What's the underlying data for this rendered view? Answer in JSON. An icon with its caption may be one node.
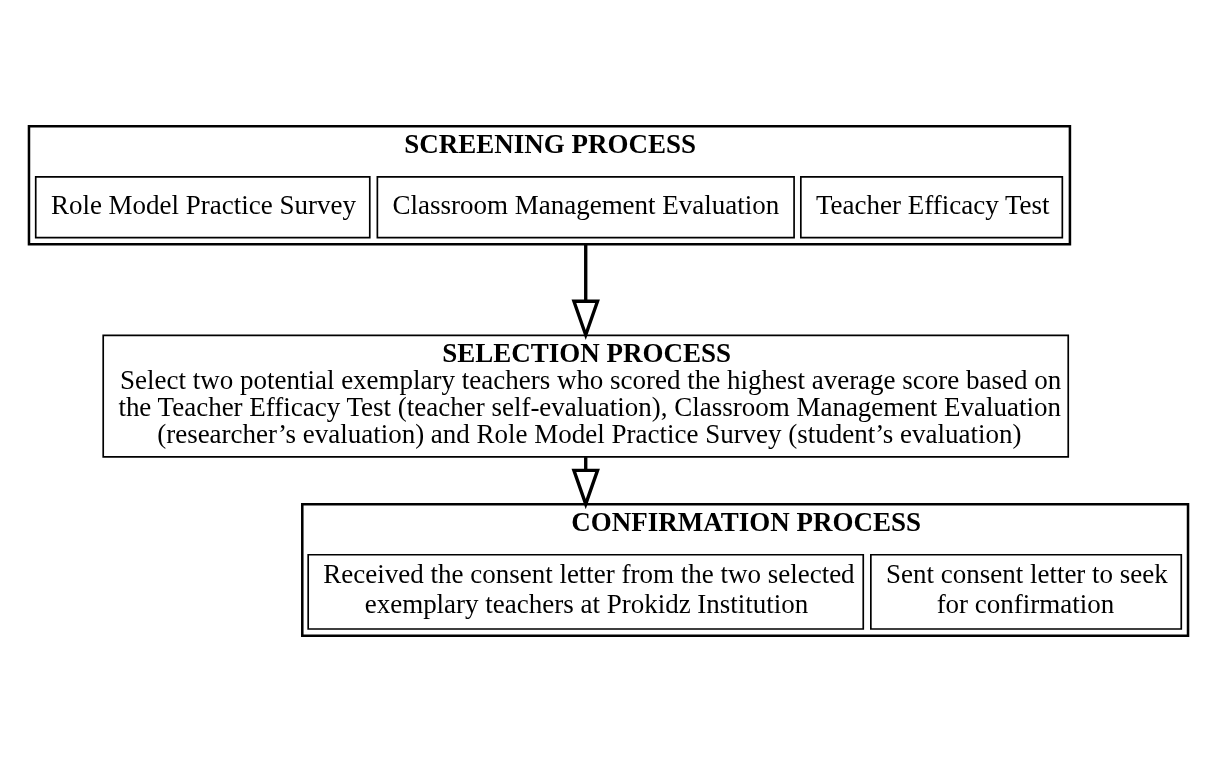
{
  "diagram": {
    "nodes": [
      {
        "text": [
          "SCREENING PROCESS"
        ]
      },
      {
        "text": [
          "Teacher Efficacy Test"
        ],
        "in": 0
      },
      {
        "text": [
          "Classroom Management Evaluation"
        ],
        "in": 0
      },
      {
        "text": [
          "Role Model Practice Survey"
        ],
        "in": 0
      },
      {
        "text": [
          "SELECTION PROCESS",
          "Select two potential exemplary teachers who scored the highest average score based on the Teacher Efficacy Test (teacher self-evaluation), Classroom Management Evaluation (researcher’s evaluation) and Role Model Practice Survey (student’s evaluation)"
        ]
      },
      {
        "text": [
          "CONFIRMATION PROCESS"
        ]
      },
      {
        "text": [
          "Sent consent letter to seek for confirmation"
        ],
        "in": 5
      },
      {
        "text": [
          "Received the consent letter from the two selected exemplary teachers at Prokidz Institution"
        ],
        "in": 5
      }
    ],
    "edges": [
      {
        "from": 0,
        "to": 4,
        "arrow": "to"
      },
      {
        "from": 4,
        "to": 5,
        "arrow": "to"
      }
    ]
  }
}
